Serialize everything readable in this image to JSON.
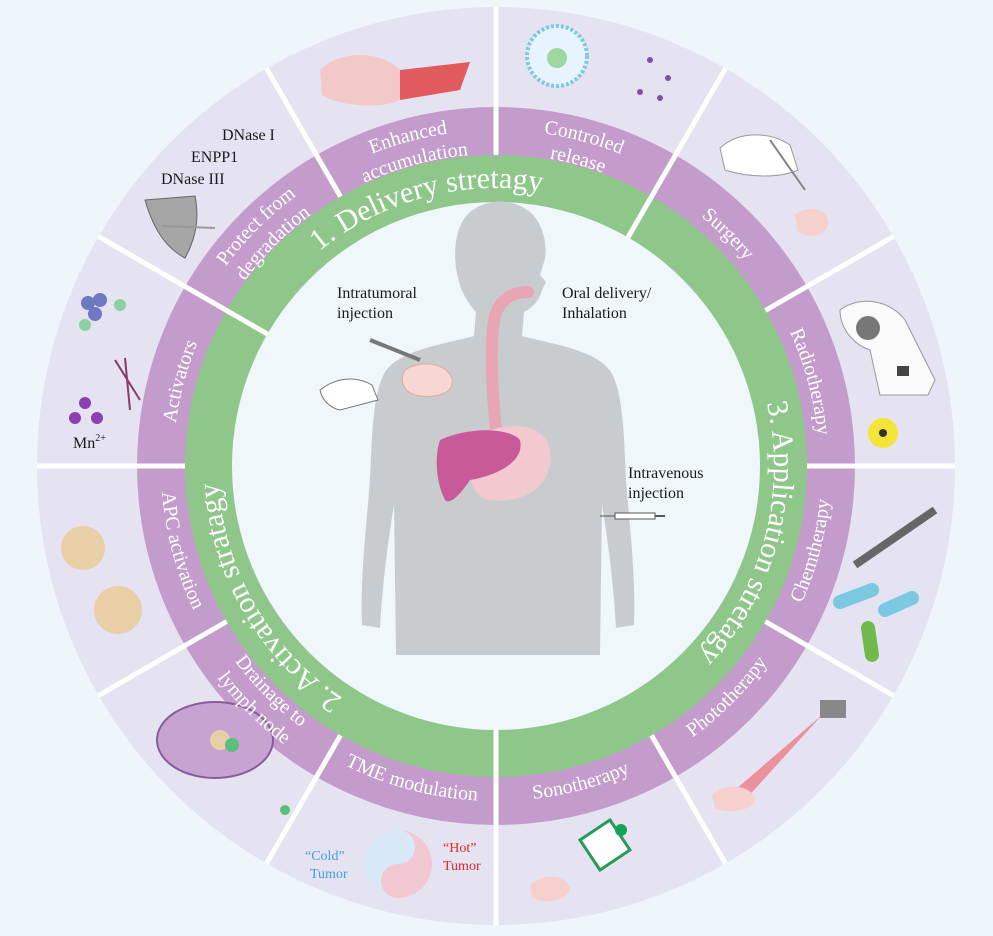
{
  "colors": {
    "background": "#eef6fb",
    "outer_ring": "#e5e3f1",
    "purple_band": "#c39ccb",
    "green_band": "#8fc78b",
    "inner_circle": "#f0f7fb",
    "silhouette": "#c9ccce",
    "cold": "#3f9fd8",
    "hot": "#e0262b"
  },
  "strategies": [
    {
      "label": "1. Delivery stretagy"
    },
    {
      "label": "2. Activation stratagy"
    },
    {
      "label": "3. Application stretagy"
    }
  ],
  "segments": [
    {
      "lines": [
        "Radiotherapy"
      ]
    },
    {
      "lines": [
        "Surgery"
      ]
    },
    {
      "lines": [
        "Controled",
        "release"
      ]
    },
    {
      "lines": [
        "Enhanced",
        "accumulation"
      ]
    },
    {
      "lines": [
        "Protect from",
        "degradation"
      ]
    },
    {
      "lines": [
        "Activators"
      ]
    },
    {
      "lines": [
        "APC activation"
      ]
    },
    {
      "lines": [
        "Drainage to",
        "lymph node"
      ]
    },
    {
      "lines": [
        "TME modulation"
      ]
    },
    {
      "lines": [
        "Sonotherapy"
      ]
    },
    {
      "lines": [
        "Phototherapy"
      ]
    },
    {
      "lines": [
        "Chemtherapy"
      ]
    }
  ],
  "outer_text": {
    "enzymes": [
      "DNase I",
      "ENPP1",
      "DNase III"
    ],
    "mn": "Mn",
    "mn_sup": "2+",
    "cold": [
      "“Cold”",
      "Tumor"
    ],
    "hot": [
      "“Hot”",
      "Tumor"
    ]
  },
  "center": {
    "intratumoral": [
      "Intratumoral",
      "injection"
    ],
    "oral": [
      "Oral delivery/",
      "Inhalation"
    ],
    "intravenous": [
      "Intravenous",
      "injection"
    ]
  },
  "icons": [
    "tumor-nanoparticle-icon",
    "nanoparticle-release-icon",
    "shield-icon",
    "gloved-hand-scalpel-icon",
    "radiotherapy-machine-icon",
    "radiation-hazard-icon",
    "syringe-icon",
    "capsule-icon",
    "laser-icon",
    "ultrasound-probe-icon",
    "dendritic-cell-icon",
    "lymph-node-icon",
    "cold-hot-tumor-icon",
    "sting-activator-icon",
    "human-body-icon"
  ]
}
